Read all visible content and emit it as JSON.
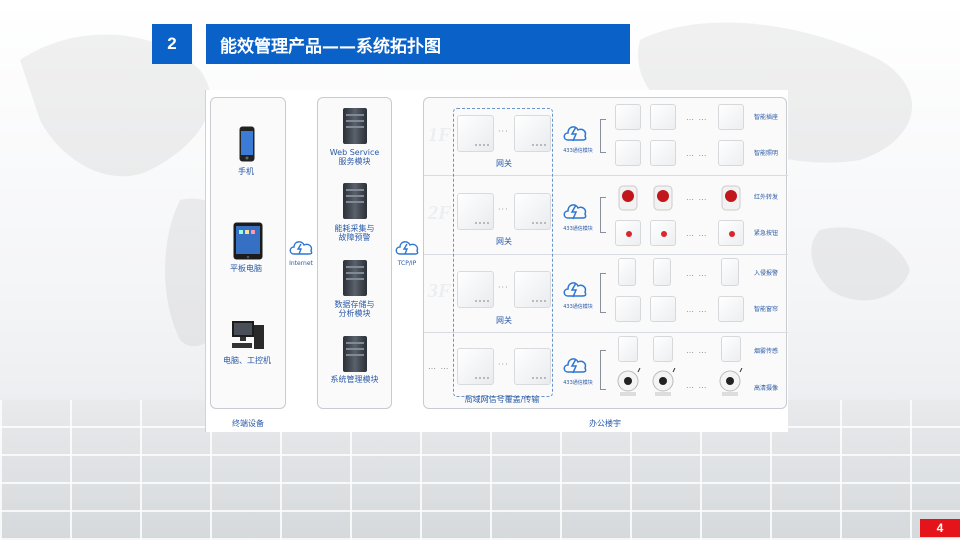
{
  "slide": {
    "section_number": "2",
    "title": "能效管理产品——系统拓扑图",
    "page_number": "4"
  },
  "diagram": {
    "terminal": {
      "devices": [
        {
          "label": "手机",
          "icon": "phone-icon"
        },
        {
          "label": "平板电脑",
          "icon": "tablet-icon"
        },
        {
          "label": "电脑、工控机",
          "icon": "desktop-computer-icon"
        }
      ],
      "caption": "终端设备"
    },
    "link_internet": "Internet",
    "servers": {
      "modules": [
        {
          "label": "Web Service\n服务模块",
          "line1": "Web Service",
          "line2": "服务模块"
        },
        {
          "line1": "能耗采集与",
          "line2": "故障预警"
        },
        {
          "line1": "数据存储与",
          "line2": "分析模块"
        },
        {
          "line1": "系统管理模块",
          "line2": ""
        }
      ]
    },
    "link_tcp": "TCP/IP",
    "building": {
      "caption": "办公楼宇",
      "gateway_label": "网关",
      "coverage_label": "局域网信号覆盖/传输",
      "comm_module_label": "433通信模块",
      "ellipsis": "… …",
      "floors": [
        {
          "floor": "1F",
          "devices": [
            "智能插座",
            "智能照明"
          ]
        },
        {
          "floor": "2F",
          "devices": [
            "红外转发",
            "紧急按钮"
          ]
        },
        {
          "floor": "3F",
          "devices": [
            "入侵报警",
            "智能窗帘"
          ]
        },
        {
          "floor": "",
          "devices": [
            "烟雾传感",
            "高清摄像"
          ]
        }
      ]
    }
  }
}
